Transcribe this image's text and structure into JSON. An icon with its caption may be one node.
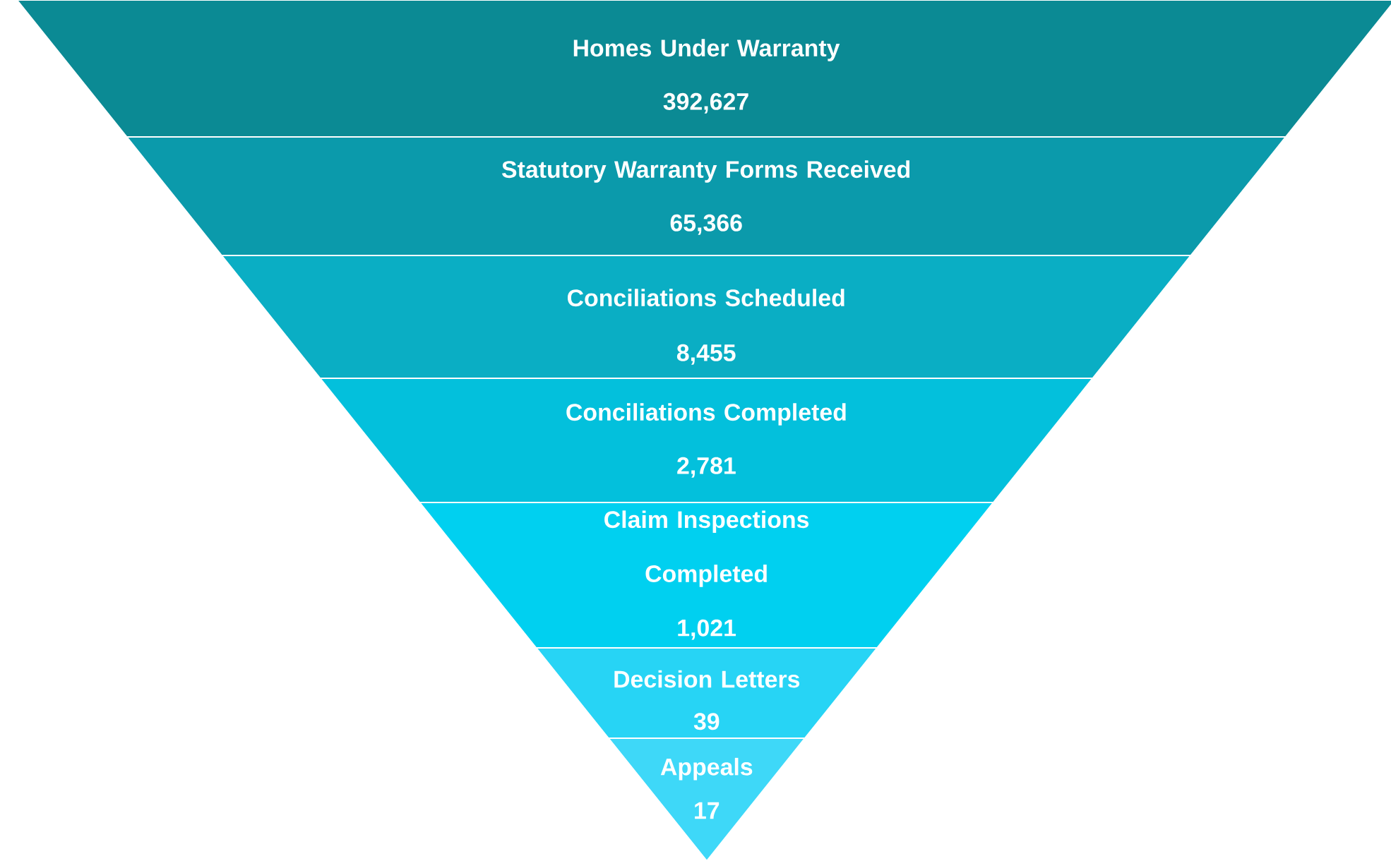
{
  "diagram": {
    "nodes": [
      {
        "text": [
          "Homes Under Warranty",
          "392,627"
        ]
      },
      {
        "text": [
          "Statutory Warranty Forms Received",
          "65,366"
        ]
      },
      {
        "text": [
          "Conciliations Scheduled",
          "8,455"
        ]
      },
      {
        "text": [
          "Conciliations Completed",
          "2,781"
        ]
      },
      {
        "text": [
          "Claim Inspections Completed",
          "1,021"
        ]
      },
      {
        "text": [
          "Decision Letters",
          "39"
        ]
      },
      {
        "text": [
          "Appeals",
          "17"
        ]
      }
    ]
  }
}
